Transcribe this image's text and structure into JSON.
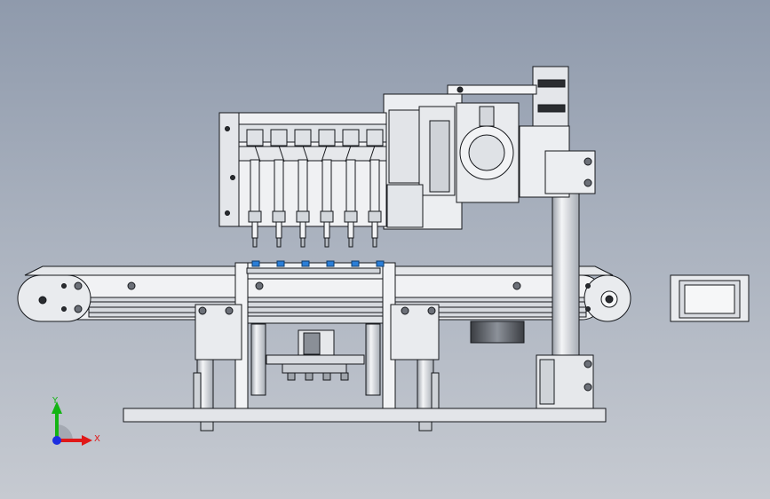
{
  "triad": {
    "x_label": "X",
    "y_label": "Y",
    "x_color": "#e01818",
    "y_color": "#14b414",
    "z_color": "#1c2ee0"
  },
  "nozzle_count": 6,
  "palette": {
    "line": "#16181c",
    "metal_light": "#f4f5f7",
    "metal_mid": "#d9dce1",
    "metal_dark": "#aeb3bb",
    "hole": "#2a2c30",
    "blue_accent": "#2a7ed8"
  }
}
